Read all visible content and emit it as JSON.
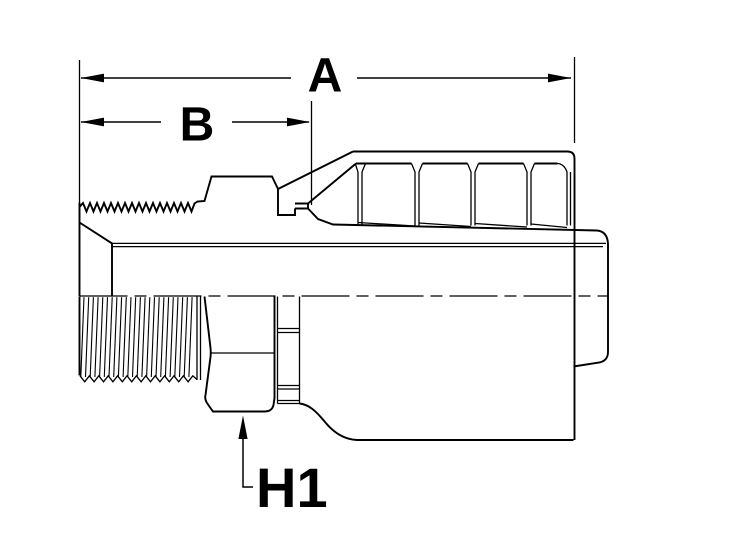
{
  "drawing": {
    "type": "technical-line-drawing",
    "subject": "hose crimp fitting with male tapered pipe thread, side elevation",
    "labels": {
      "dim_a": "A",
      "dim_b": "B",
      "dim_h1": "H1"
    },
    "colors": {
      "line": "#000000",
      "background": "#ffffff"
    }
  }
}
